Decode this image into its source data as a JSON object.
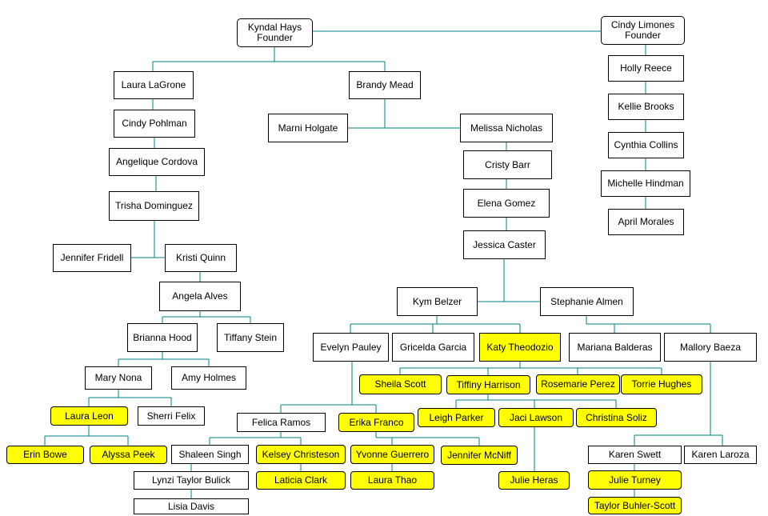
{
  "colors": {
    "line": "#008080",
    "highlight": "#ffff00",
    "box": "#ffffff",
    "border": "#000000"
  },
  "nodes": {
    "kyndal_hays": {
      "name": "Kyndal Hays",
      "role": "Founder"
    },
    "cindy_limones": {
      "name": "Cindy Limones",
      "role": "Founder"
    },
    "holly_reece": "Holly Reece",
    "kellie_brooks": "Kellie Brooks",
    "cynthia_collins": "Cynthia Collins",
    "michelle_hindman": "Michelle Hindman",
    "april_morales": "April Morales",
    "laura_lagrone": "Laura LaGrone",
    "cindy_pohlman": "Cindy Pohlman",
    "angelique_cordova": "Angelique Cordova",
    "trisha_dominguez": "Trisha Dominguez",
    "jennifer_fridell": "Jennifer Fridell",
    "kristi_quinn": "Kristi Quinn",
    "angela_alves": "Angela Alves",
    "brianna_hood": "Brianna Hood",
    "tiffany_stein": "Tiffany Stein",
    "mary_nona": "Mary Nona",
    "amy_holmes": "Amy Holmes",
    "laura_leon": "Laura Leon",
    "sherri_felix": "Sherri Felix",
    "erin_bowe": "Erin Bowe",
    "alyssa_peek": "Alyssa Peek",
    "brandy_mead": "Brandy Mead",
    "marni_holgate": "Marni Holgate",
    "melissa_nicholas": "Melissa Nicholas",
    "cristy_barr": "Cristy Barr",
    "elena_gomez": "Elena Gomez",
    "jessica_caster": "Jessica Caster",
    "kym_belzer": "Kym Belzer",
    "stephanie_almen": "Stephanie Almen",
    "evelyn_pauley": "Evelyn Pauley",
    "gricelda_garcia": "Gricelda Garcia",
    "katy_theodozio": "Katy Theodozio",
    "mariana_balderas": "Mariana Balderas",
    "mallory_baeza": "Mallory Baeza",
    "sheila_scott": "Sheila Scott",
    "tiffiny_harrison": "Tiffiny Harrison",
    "rosemarie_perez": "Rosemarie Perez",
    "torrie_hughes": "Torrie Hughes",
    "leigh_parker": "Leigh Parker",
    "jaci_lawson": "Jaci Lawson",
    "christina_soliz": "Christina Soliz",
    "felica_ramos": "Felica Ramos",
    "erika_franco": "Erika Franco",
    "shaleen_singh": "Shaleen Singh",
    "kelsey_christeson": "Kelsey Christeson",
    "yvonne_guerrero": "Yvonne Guerrero",
    "jennifer_mcniff": "Jennifer McNiff",
    "lynzi_taylor_bulick": "Lynzi Taylor Bulick",
    "laticia_clark": "Laticia Clark",
    "laura_thao": "Laura Thao",
    "julie_heras": "Julie Heras",
    "lisia_davis": "Lisia Davis",
    "karen_swett": "Karen Swett",
    "karen_laroza": "Karen Laroza",
    "julie_turney": "Julie Turney",
    "taylor_buhler_scott": "Taylor Buhler-Scott"
  }
}
